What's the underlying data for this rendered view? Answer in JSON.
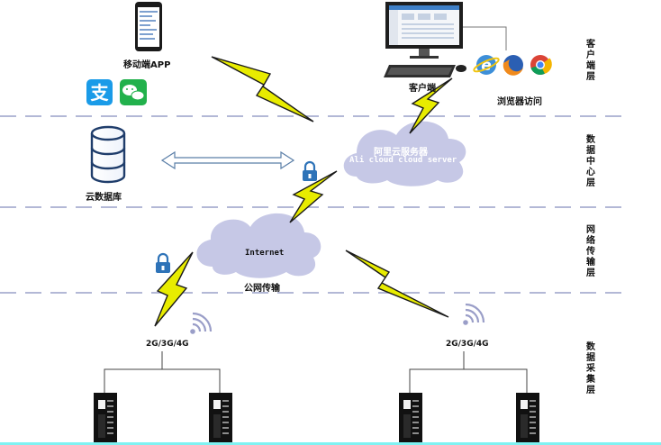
{
  "client_layer": {
    "mobile_app_label": "移动端APP",
    "client_label": "客户端",
    "browser_label": "浏览器访问",
    "layer_name": "客户端层"
  },
  "data_center_layer": {
    "database_label": "云数据库",
    "cloud_name_cn": "阿里云服务器",
    "cloud_name_en": "Ali cloud  cloud server",
    "layer_name": "数据中心层"
  },
  "network_layer": {
    "internet_label": "Internet",
    "public_network_label": "公网传输",
    "layer_name": "网络传输层"
  },
  "acquisition_layer": {
    "left_signal_label": "2G/3G/4G",
    "right_signal_label": "2G/3G/4G",
    "layer_name": "数据采集层"
  },
  "colors": {
    "cloud": "#c6c8e6",
    "lightning": "#e8ec00",
    "divider": "#9aa0c8",
    "arrow": "#5b7fa8",
    "bottom_bar": "#7ff2f2"
  }
}
